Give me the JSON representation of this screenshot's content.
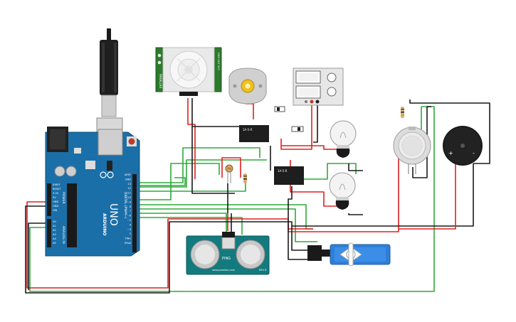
{
  "colors": {
    "wire_red": "#e02020",
    "wire_black": "#1a1a1a",
    "wire_green": "#2eaa3a",
    "board_blue": "#1b6fa8",
    "pcb_green": "#2c7a2c",
    "servo_blue": "#2f7fd6",
    "relay_black": "#1e1e1e",
    "bulb_glass": "#f3f3f3"
  },
  "arduino": {
    "brand_label": "ARDUINO",
    "model_label": "UNO",
    "digital_label": "DIGITAL (PWM~)",
    "power_label": "POWER",
    "analog_label": "ANALOG IN",
    "power_pins": [
      "IOREF",
      "RESET",
      "3.3V",
      "5V",
      "GND",
      "GND",
      "VIN"
    ],
    "analog_pins": [
      "A0",
      "A1",
      "A2",
      "A3",
      "A4",
      "A5"
    ],
    "digital_pins": [
      "AREF",
      "GND",
      "13",
      "12",
      "~11",
      "~10",
      "~9",
      "8",
      "7",
      "~6",
      "~5",
      "4",
      "~3",
      "2",
      "TX▸1",
      "RX◂0"
    ]
  },
  "pir": {
    "side_label": "PARALLAX",
    "pins": "GND OUT VCC"
  },
  "ultrasonic": {
    "pin_label": "PING",
    "sub_label": "www.parallax.com",
    "rev": "REV B"
  },
  "relays": [
    {
      "label": "1A-5-R"
    },
    {
      "label": "1A-5-R"
    }
  ],
  "buzzer": {
    "plus": "+",
    "minus": "-"
  },
  "icons": {
    "usb_plug": "usb-cable-icon",
    "power_supply": "power-supply-icon",
    "bulb": "light-bulb-icon",
    "gas_sensor": "gas-sensor-icon",
    "motor": "dc-motor-icon"
  }
}
